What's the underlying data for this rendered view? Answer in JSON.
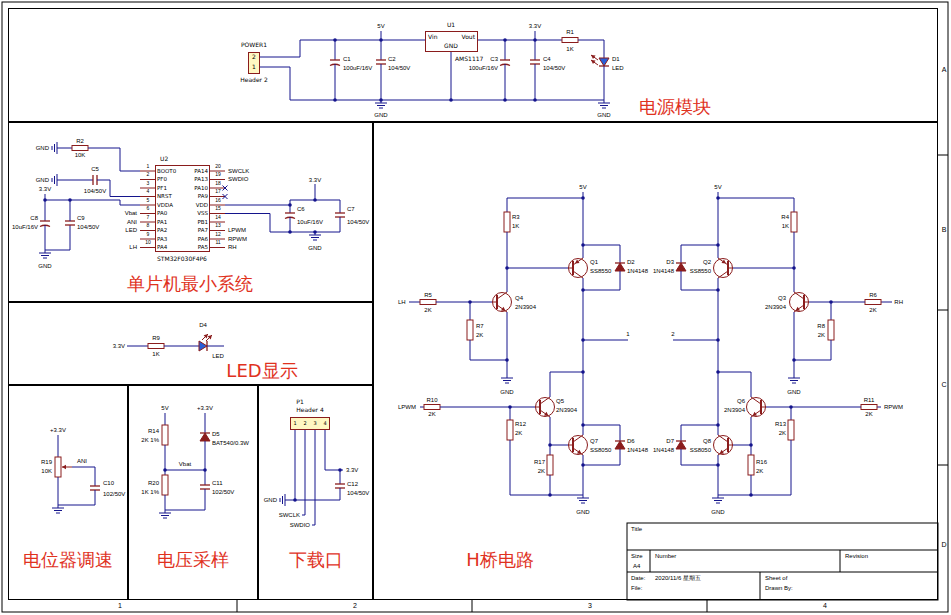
{
  "diagram": {
    "nodes": [
      {
        "text": [
          "电源模块"
        ]
      },
      {
        "text": [
          "POWER1",
          "2",
          "1",
          "Header 2"
        ],
        "in": 0
      },
      {
        "text": [
          "U1",
          "Vin",
          "Vout",
          "GND",
          "AMS1117"
        ],
        "in": 0
      },
      {
        "text": [
          "单片机最小系统"
        ]
      },
      {
        "text": [
          "U2",
          "BOOT0",
          "PF0",
          "PF1",
          "NRST",
          "VDDA",
          "PA0",
          "PA1",
          "PA2",
          "PA3",
          "PA4",
          "PA14",
          "PA13",
          "PA10",
          "PA9",
          "VDD",
          "VSS",
          "PB1",
          "PA7",
          "PA6",
          "PA5",
          "STM32F030F4P6"
        ],
        "in": 3
      },
      {
        "text": [
          "LED显示"
        ]
      },
      {
        "text": [
          "电位器调速"
        ]
      },
      {
        "text": [
          "电压采样"
        ]
      },
      {
        "text": [
          "下载口"
        ]
      },
      {
        "text": [
          "P1",
          "Header 4",
          "1",
          "2",
          "3",
          "4"
        ],
        "in": 8
      },
      {
        "text": [
          "H桥电路"
        ]
      }
    ],
    "edges": [
      {
        "from": 1,
        "to": 2,
        "arrow": "none"
      }
    ],
    "labels": [
      "C1",
      "100uF/16V",
      "5V",
      "C2",
      "104/50V",
      "3.3V",
      "C3",
      "100uF/16V",
      "C4",
      "104/50V",
      "R1",
      "1K",
      "D1",
      "LED",
      "GND",
      "GND",
      "GND",
      "R2",
      "10K",
      "GND",
      "C5",
      "104/50V",
      "3.3V",
      "C8",
      "10uF/16V",
      "C9",
      "104/50V",
      "GND",
      "1",
      "2",
      "3",
      "4",
      "5",
      "6",
      "7",
      "8",
      "9",
      "10",
      "20",
      "19",
      "18",
      "17",
      "16",
      "15",
      "14",
      "13",
      "12",
      "11",
      "Vbat",
      "ANI",
      "LED",
      "LH",
      "SWCLK",
      "SWDIO",
      "LPWM",
      "RPWM",
      "RH",
      "3.3V",
      "C6",
      "10uF/16V",
      "C7",
      "104/50V",
      "GND",
      "3.3V",
      "R9",
      "1K",
      "D4",
      "LED",
      "+3.3V",
      "R19",
      "10K",
      "ANI",
      "C10",
      "102/50V",
      "5V",
      "+3.3V",
      "R14",
      "2K 1%",
      "D5",
      "BAT540/0.3W",
      "Vbat",
      "R20",
      "1K 1%",
      "C11",
      "102/50V",
      "3.3V",
      "GND",
      "C12",
      "104/50V",
      "SWCLK",
      "SWDIO",
      "5V",
      "5V",
      "R3",
      "1K",
      "R4",
      "1K",
      "Q1",
      "SS8550",
      "D2",
      "1N4148",
      "D3",
      "1N4148",
      "Q2",
      "SS8550",
      "LH",
      "R5",
      "2K",
      "Q4",
      "2N3904",
      "R7",
      "2K",
      "GND",
      "Q3",
      "2N3904",
      "R6",
      "2K",
      "RH",
      "R8",
      "2K",
      "GND",
      "1",
      "2",
      "LPWM",
      "R10",
      "2K",
      "Q5",
      "2N3904",
      "R12",
      "2K",
      "Q7",
      "SS8050",
      "R17",
      "2K",
      "D6",
      "1N4148",
      "GND",
      "D7",
      "1N4148",
      "Q8",
      "SS8050",
      "Q6",
      "2N3904",
      "R13",
      "2K",
      "R11",
      "2K",
      "RPWM",
      "R16",
      "2K",
      "GND",
      "Title",
      "Size",
      "Number",
      "Revision",
      "A4",
      "Date:",
      "2020/11/6 星期五",
      "File:",
      "Sheet of",
      "Drawn By:",
      "A",
      "B",
      "C",
      "D",
      "1",
      "2",
      "3",
      "4"
    ]
  }
}
